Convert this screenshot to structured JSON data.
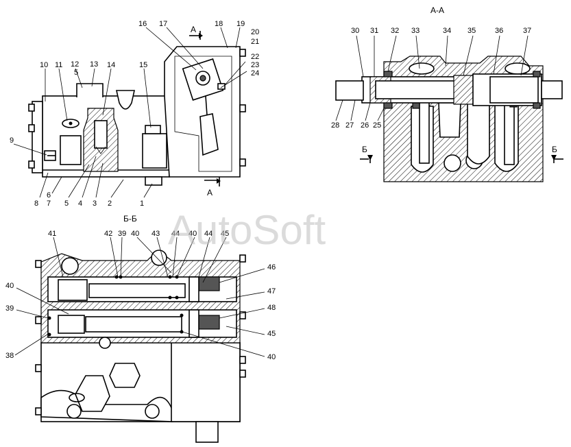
{
  "sections": {
    "aa": "А-А",
    "bb": "Б-Б",
    "cut_a_top": "А",
    "cut_a_bottom": "А",
    "cut_b_left": "Б",
    "cut_b_right": "Б"
  },
  "watermark": "AutoSoft",
  "callouts": {
    "c1": "1",
    "c2": "2",
    "c3": "3",
    "c4": "4",
    "c5": "5",
    "c5b": "5",
    "c6": "6",
    "c7": "7",
    "c8": "8",
    "c9": "9",
    "c10": "10",
    "c11": "11",
    "c12": "12",
    "c13": "13",
    "c14": "14",
    "c15": "15",
    "c16": "16",
    "c17": "17",
    "c18": "18",
    "c19": "19",
    "c20": "20",
    "c21": "21",
    "c22": "22",
    "c23": "23",
    "c24": "24",
    "c25": "25",
    "c26": "26",
    "c27": "27",
    "c28": "28",
    "c30": "30",
    "c31": "31",
    "c32": "32",
    "c33": "33",
    "c34": "34",
    "c35": "35",
    "c36": "36",
    "c37": "37",
    "c38": "38",
    "c39a": "39",
    "c39b": "39",
    "c40a": "40",
    "c40b": "40",
    "c40c": "40",
    "c40d": "40",
    "c41": "41",
    "c42": "42",
    "c43": "43",
    "c44a": "44",
    "c44b": "44",
    "c45a": "45",
    "c45b": "45",
    "c46": "46",
    "c47": "47",
    "c48": "48"
  },
  "colors": {
    "line": "#000000",
    "background": "#ffffff",
    "watermark": "#bdbdbd"
  }
}
